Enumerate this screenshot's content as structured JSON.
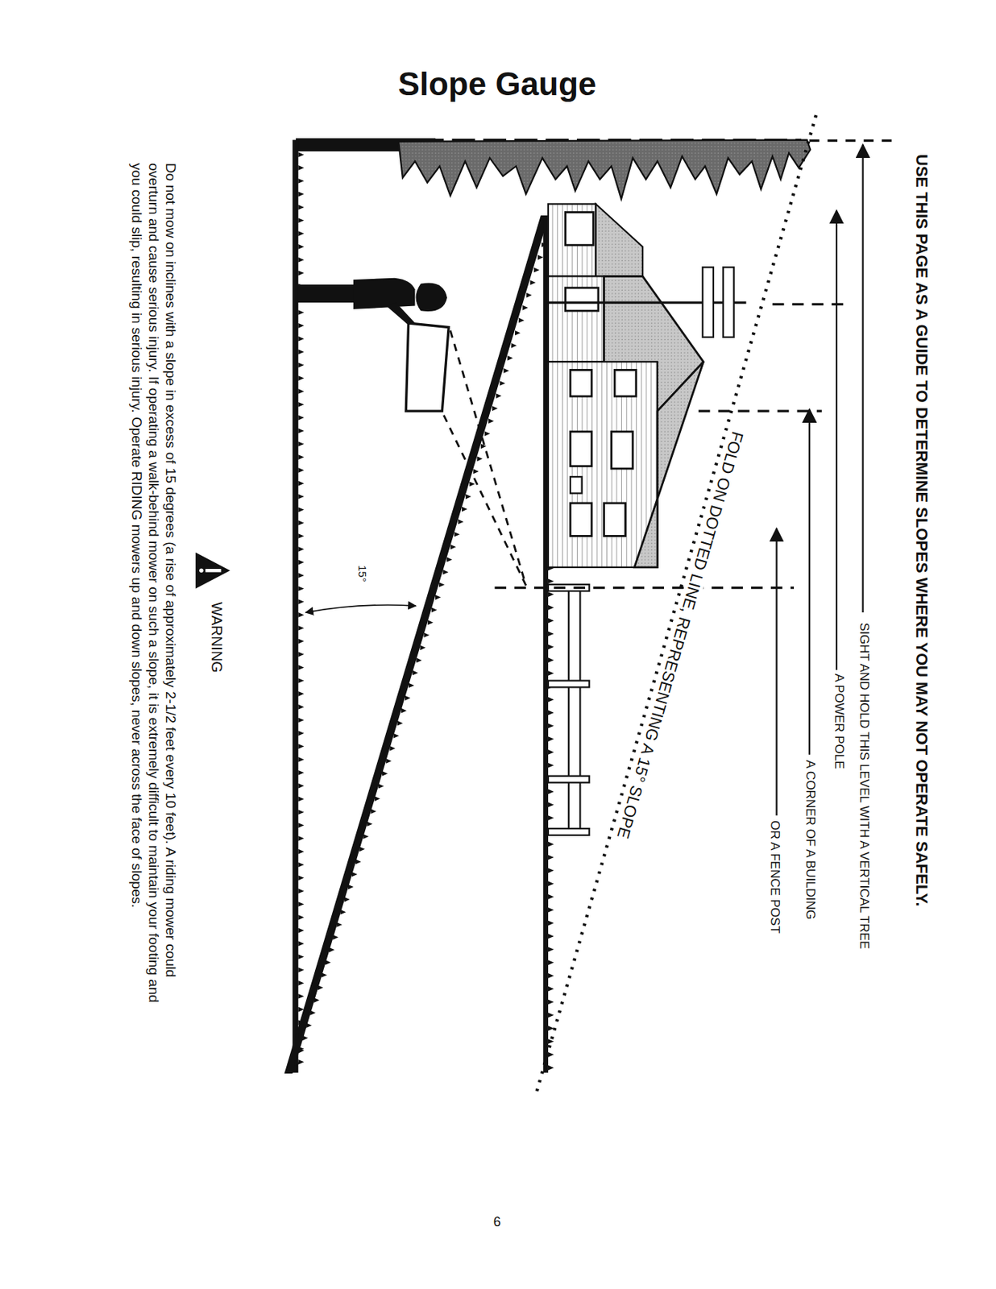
{
  "diagram": {
    "title": "Slope Gauge",
    "labels": [
      "USE THIS PAGE AS A GUIDE TO DETERMINE SLOPES WHERE YOU MAY NOT OPERATE SAFELY.",
      "SIGHT AND HOLD THIS LEVEL WITH A VERTICAL TREE",
      "A POWER POLE",
      "A CORNER OF A BUILDING",
      "OR A FENCE POST",
      "FOLD ON DOTTED LINE, REPRESENTING A 15° SLOPE",
      "15°",
      "WARNING",
      "Do not mow on inclines with a slope in excess of 15 degrees (a rise of approximately 2-1/2 feet every 10 feet). A riding mower could overturn and cause serious injury. If operating a walk-behind mower on such a slope, it is extremely difficult to maintain your footing and you could slip, resulting in serious injury. Operate RIDING mowers up and down slopes, never across the face of slopes.",
      "6"
    ]
  }
}
